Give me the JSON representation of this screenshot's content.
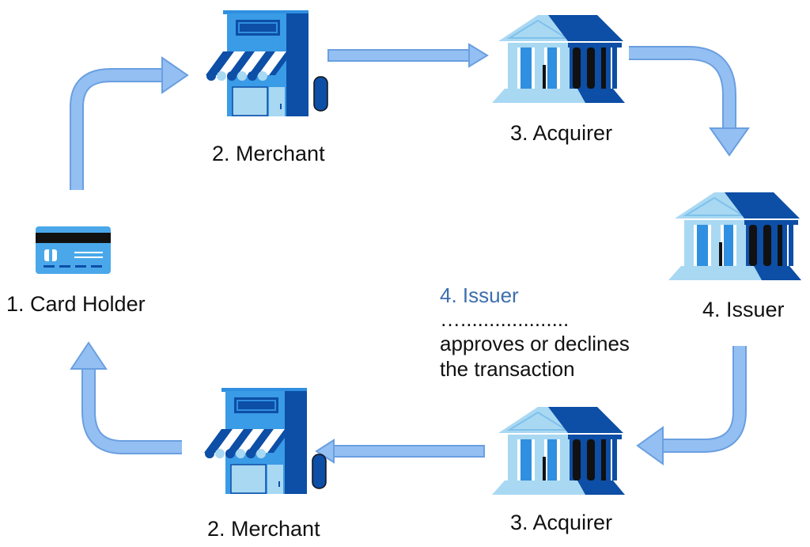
{
  "nodes": {
    "card_holder": {
      "label": "1. Card Holder",
      "icon": "credit-card-icon"
    },
    "merchant_top": {
      "label": "2. Merchant",
      "icon": "storefront-icon"
    },
    "acquirer_top": {
      "label": "3. Acquirer",
      "icon": "bank-icon"
    },
    "issuer": {
      "label": "4. Issuer",
      "icon": "bank-icon"
    },
    "acquirer_bottom": {
      "label": "3. Acquirer",
      "icon": "bank-icon"
    },
    "merchant_bottom": {
      "label": "2. Merchant",
      "icon": "storefront-icon"
    }
  },
  "note": {
    "title": "4. Issuer",
    "dots": "…...................",
    "line1": "approves or declines",
    "line2": "the transaction"
  },
  "colors": {
    "arrow": "#94bff2",
    "arrow_edge": "#6a9fe0",
    "dark_blue": "#0d4ea6",
    "mid_blue": "#2f8fe0",
    "light_blue": "#a9d8f3",
    "note_title": "#3d6fad"
  }
}
